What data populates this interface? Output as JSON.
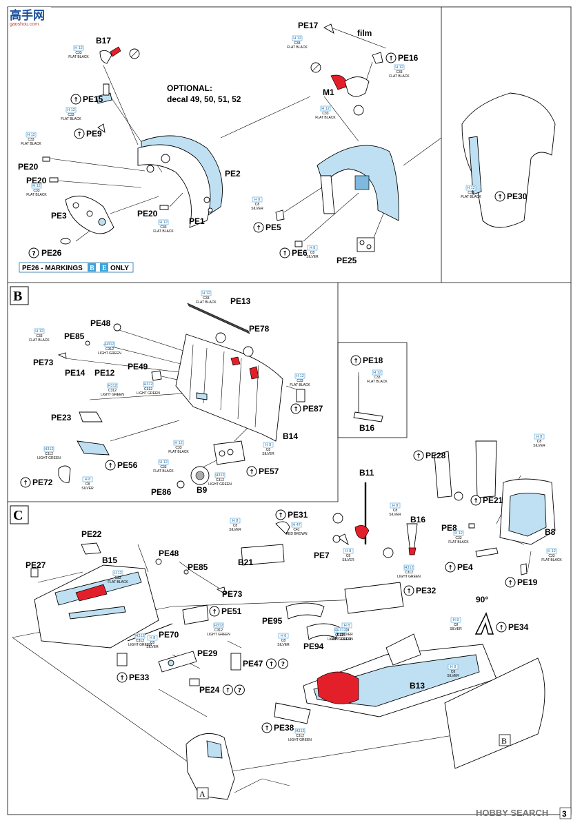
{
  "watermark_top": {
    "cn": "高手网",
    "url": "gaoshou.com"
  },
  "watermark_bottom": "HOBBY SEARCH",
  "page_number": "3",
  "sections": {
    "b": "B",
    "c": "C",
    "ref_a": "A",
    "ref_b": "B"
  },
  "texts": {
    "optional_line1": "OPTIONAL:",
    "optional_line2": "decal 49, 50, 51, 52",
    "film": "film",
    "markings_prefix": "PE26 - MARKINGS",
    "markings_b": "B",
    "markings_e": "E",
    "markings_suffix": "ONLY",
    "angle": "90°"
  },
  "labels": [
    {
      "id": "B17",
      "text": "B17"
    },
    {
      "id": "PE17",
      "text": "PE17"
    },
    {
      "id": "PE16",
      "text": "PE16"
    },
    {
      "id": "M1",
      "text": "M1"
    },
    {
      "id": "PE15",
      "text": "PE15"
    },
    {
      "id": "PE9",
      "text": "PE9"
    },
    {
      "id": "PE20a",
      "text": "PE20"
    },
    {
      "id": "PE20b",
      "text": "PE20"
    },
    {
      "id": "PE20c",
      "text": "PE20"
    },
    {
      "id": "PE2",
      "text": "PE2"
    },
    {
      "id": "PE1",
      "text": "PE1"
    },
    {
      "id": "PE3",
      "text": "PE3"
    },
    {
      "id": "PE26",
      "text": "PE26"
    },
    {
      "id": "PE5",
      "text": "PE5"
    },
    {
      "id": "PE6",
      "text": "PE6"
    },
    {
      "id": "PE25",
      "text": "PE25"
    },
    {
      "id": "PE30",
      "text": "PE30"
    },
    {
      "id": "PE13",
      "text": "PE13"
    },
    {
      "id": "PE78",
      "text": "PE78"
    },
    {
      "id": "PE48b",
      "text": "PE48"
    },
    {
      "id": "PE85b",
      "text": "PE85"
    },
    {
      "id": "PE73b",
      "text": "PE73"
    },
    {
      "id": "PE49",
      "text": "PE49"
    },
    {
      "id": "PE14",
      "text": "PE14"
    },
    {
      "id": "PE12",
      "text": "PE12"
    },
    {
      "id": "PE23",
      "text": "PE23"
    },
    {
      "id": "PE87",
      "text": "PE87"
    },
    {
      "id": "B14",
      "text": "B14"
    },
    {
      "id": "PE56",
      "text": "PE56"
    },
    {
      "id": "PE72",
      "text": "PE72"
    },
    {
      "id": "PE57",
      "text": "PE57"
    },
    {
      "id": "PE86",
      "text": "PE86"
    },
    {
      "id": "B9",
      "text": "B9"
    },
    {
      "id": "PE18",
      "text": "PE18"
    },
    {
      "id": "B16a",
      "text": "B16"
    },
    {
      "id": "PE28",
      "text": "PE28"
    },
    {
      "id": "PE21",
      "text": "PE21"
    },
    {
      "id": "B11",
      "text": "B11"
    },
    {
      "id": "B16b",
      "text": "B16"
    },
    {
      "id": "PE31",
      "text": "PE31"
    },
    {
      "id": "PE8",
      "text": "PE8"
    },
    {
      "id": "B8",
      "text": "B8"
    },
    {
      "id": "PE7",
      "text": "PE7"
    },
    {
      "id": "B21",
      "text": "B21"
    },
    {
      "id": "PE4",
      "text": "PE4"
    },
    {
      "id": "PE19",
      "text": "PE19"
    },
    {
      "id": "PE32",
      "text": "PE32"
    },
    {
      "id": "PE22",
      "text": "PE22"
    },
    {
      "id": "PE27",
      "text": "PE27"
    },
    {
      "id": "B15",
      "text": "B15"
    },
    {
      "id": "PE48c",
      "text": "PE48"
    },
    {
      "id": "PE85c",
      "text": "PE85"
    },
    {
      "id": "PE73c",
      "text": "PE73"
    },
    {
      "id": "PE51",
      "text": "PE51"
    },
    {
      "id": "PE70",
      "text": "PE70"
    },
    {
      "id": "PE29",
      "text": "PE29"
    },
    {
      "id": "PE33",
      "text": "PE33"
    },
    {
      "id": "PE47",
      "text": "PE47"
    },
    {
      "id": "PE24",
      "text": "PE24"
    },
    {
      "id": "PE95",
      "text": "PE95"
    },
    {
      "id": "PE94",
      "text": "PE94"
    },
    {
      "id": "PE34",
      "text": "PE34"
    },
    {
      "id": "B13",
      "text": "B13"
    },
    {
      "id": "PE38",
      "text": "PE38"
    }
  ],
  "paints": [
    {
      "id": "p1",
      "code": "H 12",
      "num": "C33",
      "name": "FLAT BLACK"
    },
    {
      "id": "p2",
      "code": "H 12",
      "num": "C33",
      "name": "FLAT BLACK"
    },
    {
      "id": "p3",
      "code": "H 12",
      "num": "C33",
      "name": "FLAT BLACK"
    },
    {
      "id": "p4",
      "code": "H 12",
      "num": "C33",
      "name": "FLAT BLACK"
    },
    {
      "id": "p5",
      "code": "H 12",
      "num": "C33",
      "name": "FLAT BLACK"
    },
    {
      "id": "p6",
      "code": "H 12",
      "num": "C33",
      "name": "FLAT BLACK"
    },
    {
      "id": "p7",
      "code": "H 12",
      "num": "C33",
      "name": "FLAT BLACK"
    },
    {
      "id": "p8",
      "code": "H 12",
      "num": "C33",
      "name": "FLAT BLACK"
    },
    {
      "id": "p9",
      "code": "H 8",
      "num": "C8",
      "name": "SILVER"
    },
    {
      "id": "p10",
      "code": "H 8",
      "num": "C8",
      "name": "SILVER"
    },
    {
      "id": "p11",
      "code": "H 12",
      "num": "C33",
      "name": "FLAT BLACK"
    },
    {
      "id": "p12",
      "code": "H 12",
      "num": "C33",
      "name": "FLAT BLACK"
    },
    {
      "id": "p13",
      "code": "H 12",
      "num": "C33",
      "name": "FLAT BLACK"
    },
    {
      "id": "p14",
      "code": "H312",
      "num": "C312",
      "name": "LIGHT GREEN"
    },
    {
      "id": "p15",
      "code": "H312",
      "num": "C312",
      "name": "LIGHT GREEN"
    },
    {
      "id": "p16",
      "code": "H312",
      "num": "C312",
      "name": "LIGHT GREEN"
    },
    {
      "id": "p17",
      "code": "H 12",
      "num": "C33",
      "name": "FLAT BLACK"
    },
    {
      "id": "p18",
      "code": "H312",
      "num": "C312",
      "name": "LIGHT GREEN"
    },
    {
      "id": "p19",
      "code": "H 12",
      "num": "C33",
      "name": "FLAT BLACK"
    },
    {
      "id": "p20",
      "code": "H 8",
      "num": "C8",
      "name": "SILVER"
    },
    {
      "id": "p21",
      "code": "H 12",
      "num": "C33",
      "name": "FLAT BLACK"
    },
    {
      "id": "p22",
      "code": "H 8",
      "num": "C8",
      "name": "SILVER"
    },
    {
      "id": "p23",
      "code": "H312",
      "num": "C312",
      "name": "LIGHT GREEN"
    },
    {
      "id": "p24",
      "code": "H 12",
      "num": "C33",
      "name": "FLAT BLACK"
    },
    {
      "id": "p25",
      "code": "H 8",
      "num": "C8",
      "name": "SILVER"
    },
    {
      "id": "p26",
      "code": "H 8",
      "num": "C8",
      "name": "SILVER"
    },
    {
      "id": "p27",
      "code": "H 47",
      "num": "C41",
      "name": "RED BROWN"
    },
    {
      "id": "p28",
      "code": "H 8",
      "num": "C8",
      "name": "SILVER"
    },
    {
      "id": "p29",
      "code": "H 12",
      "num": "C33",
      "name": "FLAT BLACK"
    },
    {
      "id": "p30",
      "code": "H 12",
      "num": "C33",
      "name": "FLAT BLACK"
    },
    {
      "id": "p31",
      "code": "H 8",
      "num": "C8",
      "name": "SILVER"
    },
    {
      "id": "p32",
      "code": "H312",
      "num": "C312",
      "name": "LIGHT GREEN"
    },
    {
      "id": "p33",
      "code": "H 12",
      "num": "C33",
      "name": "FLAT BLACK"
    },
    {
      "id": "p34",
      "code": "H 8",
      "num": "C8",
      "name": "SILVER"
    },
    {
      "id": "p35",
      "code": "H312",
      "num": "C312",
      "name": "LIGHT GREEN"
    },
    {
      "id": "p36",
      "code": "H 8",
      "num": "C8",
      "name": "SILVER"
    },
    {
      "id": "p37",
      "code": "H 8",
      "num": "C8",
      "name": "SILVER"
    },
    {
      "id": "p38",
      "code": "H312",
      "num": "C312",
      "name": "LIGHT GREEN"
    },
    {
      "id": "p39",
      "code": "H312",
      "num": "C312",
      "name": "LIGHT GREEN"
    },
    {
      "id": "p40",
      "code": "H 8",
      "num": "C8",
      "name": "SILVER"
    },
    {
      "id": "p41",
      "code": "H 8",
      "num": "C8",
      "name": "SILVER"
    },
    {
      "id": "p42",
      "code": "H312",
      "num": "C312",
      "name": "LIGHT GREEN"
    },
    {
      "id": "p43",
      "code": "H312",
      "num": "C312",
      "name": "LIGHT GREEN"
    }
  ],
  "colors": {
    "blue_fill": "#bfe0f2",
    "red_fill": "#e3202a",
    "paint_border": "#4a9fd4"
  }
}
